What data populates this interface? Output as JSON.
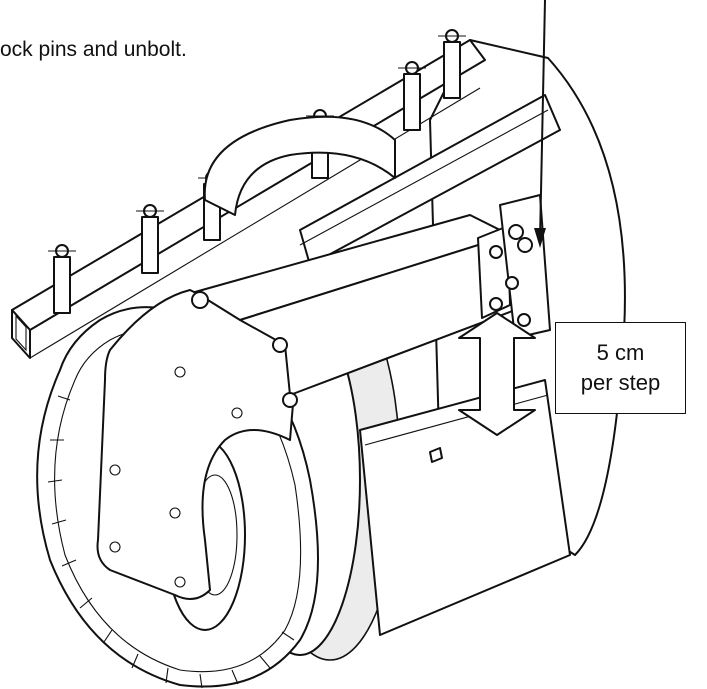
{
  "instruction": {
    "text": "ock pins and unbolt."
  },
  "callout": {
    "line1": "5 cm",
    "line2": "per step"
  },
  "colors": {
    "line": "#111111",
    "background": "#ffffff",
    "shade": "#e6e6e6"
  }
}
